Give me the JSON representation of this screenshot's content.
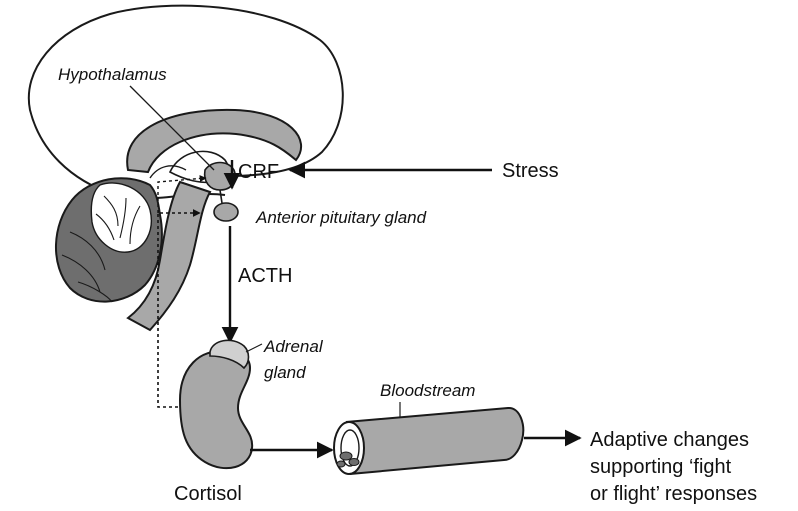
{
  "labels": {
    "hypothalamus": "Hypothalamus",
    "crf": "CRF",
    "stress": "Stress",
    "anterior_pituitary": "Anterior pituitary gland",
    "acth": "ACTH",
    "adrenal_line1": "Adrenal",
    "adrenal_line2": "gland",
    "bloodstream": "Bloodstream",
    "cortisol": "Cortisol",
    "outcome_line1": "Adaptive changes",
    "outcome_line2": "supporting ‘fight",
    "outcome_line3": "or flight’ responses"
  },
  "colors": {
    "organ_fill": "#a8a8a8",
    "organ_light": "#d0d0d0",
    "cerebellum_dark": "#6e6e6e",
    "stroke": "#1a1a1a",
    "background": "#ffffff"
  }
}
